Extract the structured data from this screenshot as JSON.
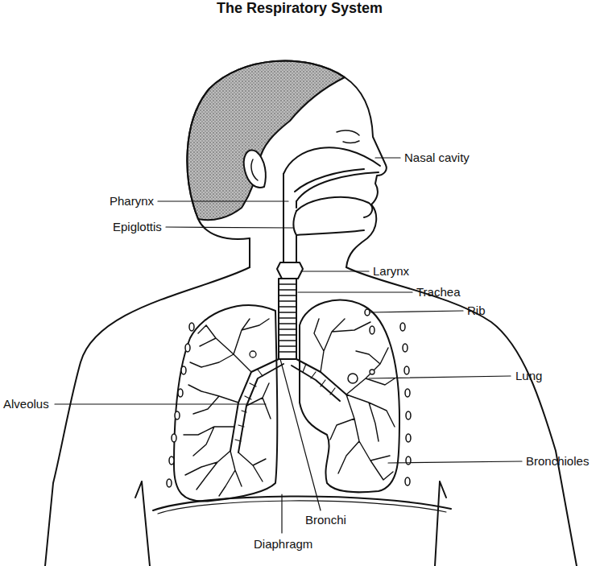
{
  "diagram": {
    "title": "The Respiratory System",
    "labels": [
      "Nasal cavity",
      "Pharynx",
      "Epiglottis",
      "Larynx",
      "Trachea",
      "Rib",
      "Lung",
      "Alveolus",
      "Bronchioles",
      "Bronchi",
      "Diaphragm"
    ]
  }
}
